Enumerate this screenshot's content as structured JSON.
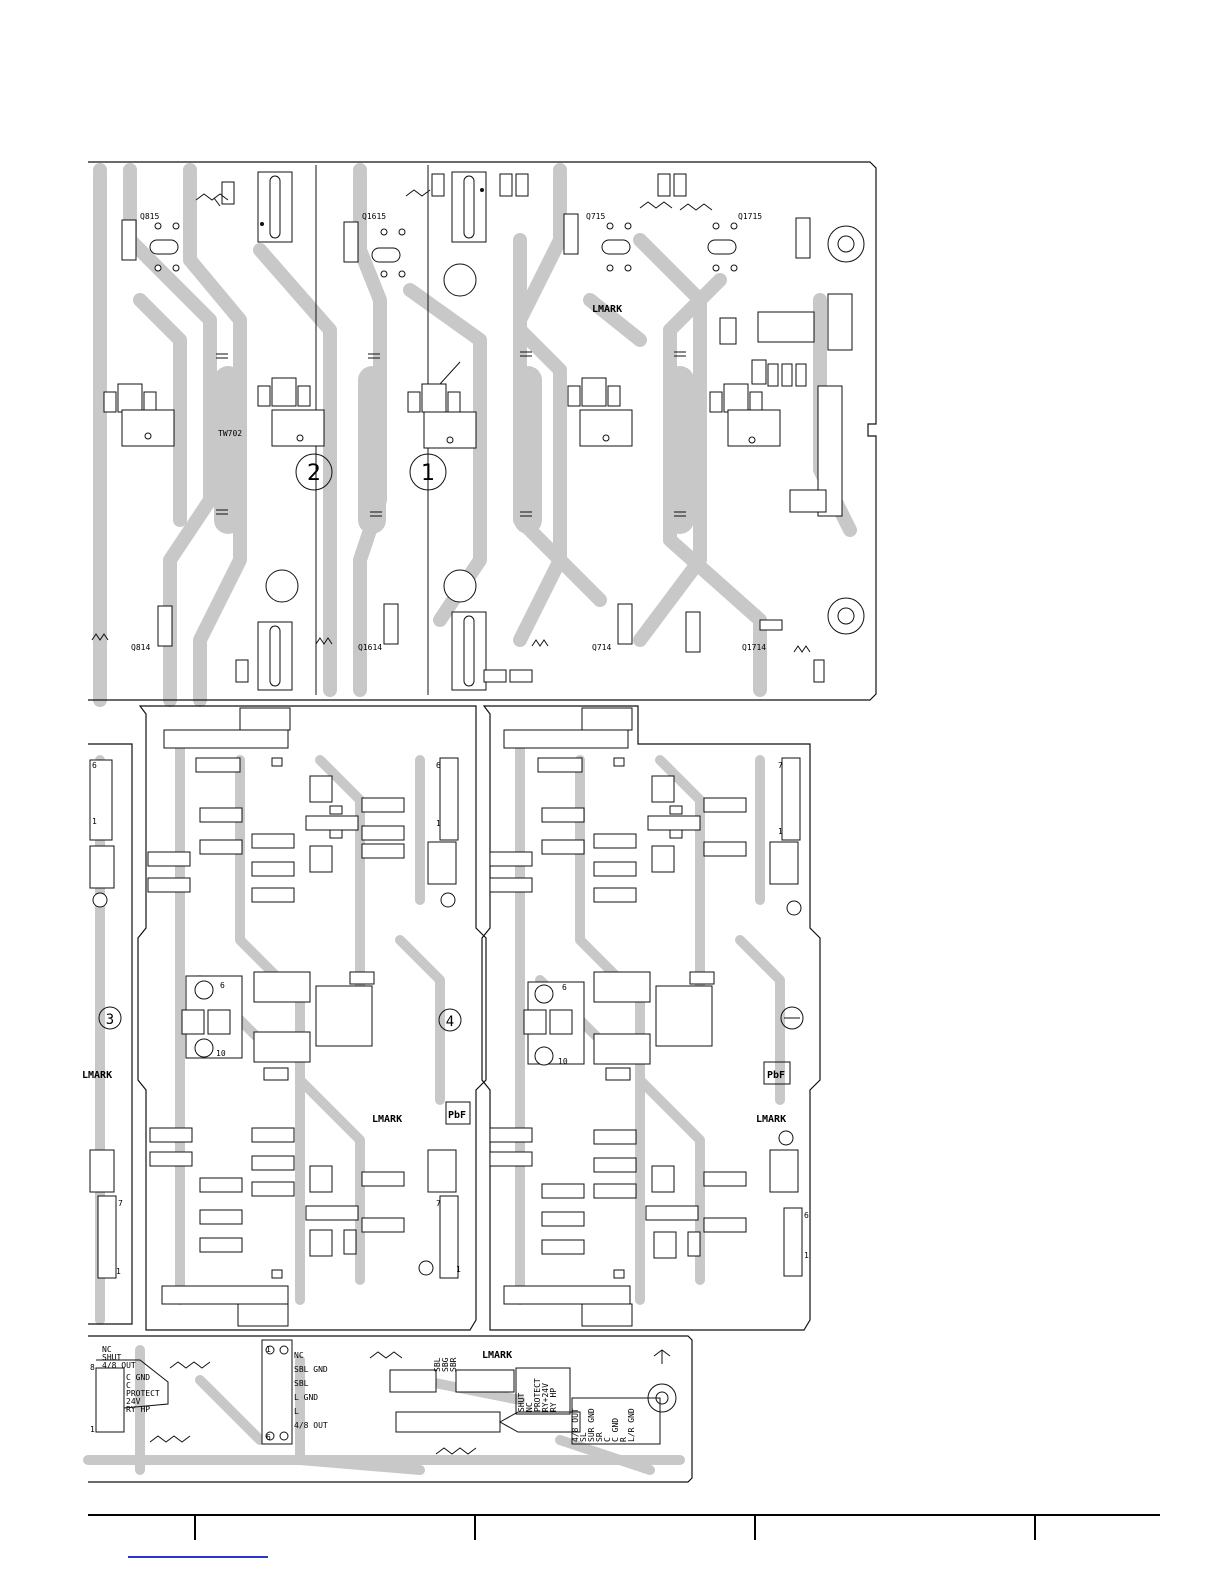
{
  "board": {
    "upper": {
      "transistors": [
        "Q815",
        "Q1615",
        "Q715",
        "Q1715",
        "Q814",
        "Q1614",
        "Q714",
        "Q1714"
      ],
      "jumper": "TW702",
      "circles": [
        "2",
        "1"
      ],
      "mark": "LMARK"
    },
    "middle": {
      "circles": [
        "3",
        "4"
      ],
      "marks": [
        "LMARK",
        "LMARK",
        "LMARK"
      ],
      "pbf": [
        "PbF",
        "PbF"
      ],
      "pin_numbers": [
        "6",
        "1",
        "6",
        "1",
        "7",
        "1",
        "7",
        "1",
        "7",
        "1",
        "6",
        "1",
        "6",
        "10",
        "6",
        "10"
      ]
    },
    "connector": {
      "left_block": [
        "NC",
        "SHUT",
        "4/8 OUT"
      ],
      "left_block2": [
        "C GND",
        "C",
        "PROTECT",
        "24V",
        "RY HP"
      ],
      "center_block": [
        "NC",
        "SBL GND",
        "SBL",
        "L GND",
        "L",
        "4/8 OUT"
      ],
      "sb_labels": [
        "SBL",
        "SBG",
        "SBR"
      ],
      "mark": "LMARK",
      "right_block": [
        "SHUT",
        "NC",
        "PROTECT",
        "RY+24V",
        "RY HP"
      ],
      "right_block2": [
        "4/8 OUT",
        "SL",
        "SUR GND",
        "SR",
        "C",
        "C GND",
        "R",
        "L/R GND"
      ],
      "pin_labels": [
        "8",
        "1",
        "1",
        "6"
      ]
    }
  }
}
